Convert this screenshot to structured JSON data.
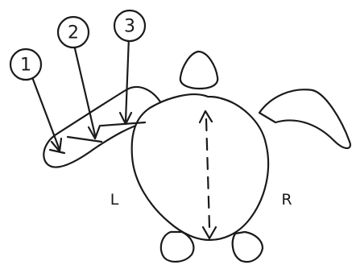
{
  "figure": {
    "callouts": [
      "1",
      "2",
      "3"
    ],
    "side_left": "L",
    "side_right": "R"
  },
  "colors": {
    "ink": "#1a1a1a",
    "background": "#ffffff"
  }
}
